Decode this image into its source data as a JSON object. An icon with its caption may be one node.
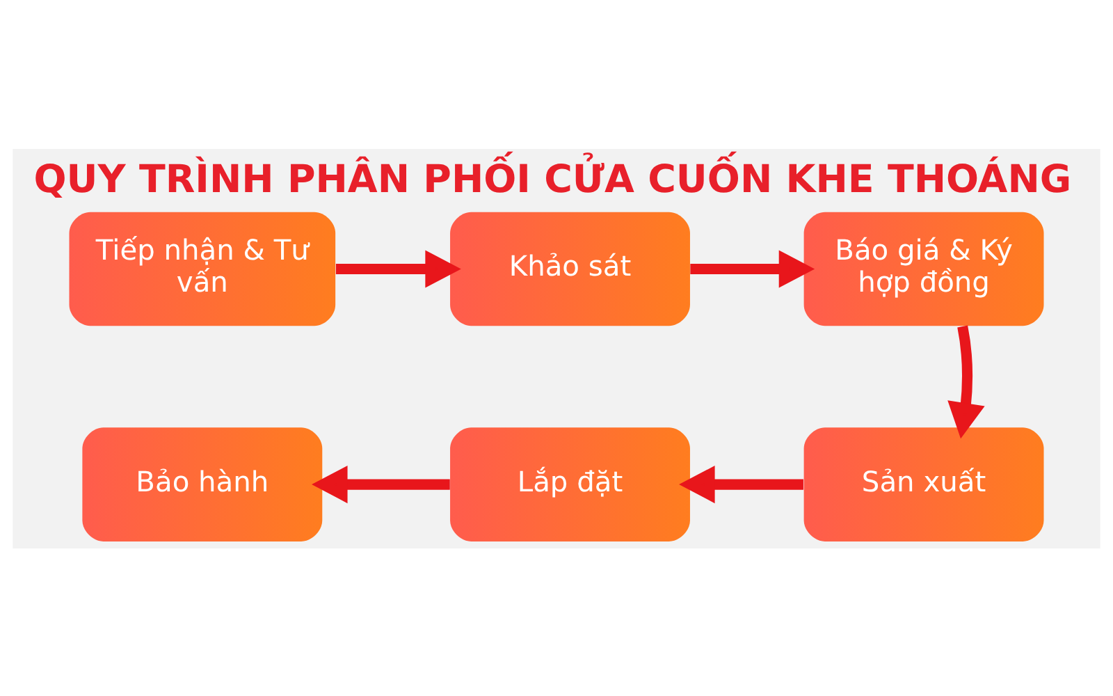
{
  "diagram": {
    "title": "QUY TRÌNH PHÂN PHỐI CỬA CUỐN KHE THOÁNG",
    "nodes": [
      {
        "text": [
          "Tiếp nhận & Tư vấn"
        ]
      },
      {
        "text": [
          "Khảo sát"
        ]
      },
      {
        "text": [
          "Báo giá & Ký hợp đồng"
        ]
      },
      {
        "text": [
          "Sản xuất"
        ]
      },
      {
        "text": [
          "Lắp đặt"
        ]
      },
      {
        "text": [
          "Bảo hành"
        ]
      }
    ],
    "edges": [
      {
        "from": 0,
        "to": 1,
        "arrow": "to"
      },
      {
        "from": 1,
        "to": 2,
        "arrow": "to"
      },
      {
        "from": 2,
        "to": 3,
        "arrow": "to"
      },
      {
        "from": 3,
        "to": 4,
        "arrow": "to"
      },
      {
        "from": 4,
        "to": 5,
        "arrow": "to"
      }
    ]
  }
}
